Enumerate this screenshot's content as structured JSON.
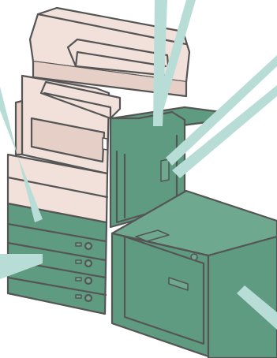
{
  "diagram": {
    "subject": "multifunction-printer-with-optional-units",
    "colors": {
      "outline": "#555555",
      "body": "#f2e1da",
      "body_shadow": "#e6cfc6",
      "optional_unit": "#5e9b81",
      "optional_unit_light": "#6ea98f",
      "callout": "#b7ddd6",
      "background": "#ffffff"
    },
    "callouts": [
      {
        "name": "callout-inner-finisher"
      },
      {
        "name": "callout-finisher-front"
      },
      {
        "name": "callout-cassette-upper"
      },
      {
        "name": "callout-cassette-lower"
      },
      {
        "name": "callout-high-capacity-deck"
      }
    ],
    "parts": [
      {
        "name": "document-feeder"
      },
      {
        "name": "main-body"
      },
      {
        "name": "control-panel"
      },
      {
        "name": "inner-finisher"
      },
      {
        "name": "finisher-front-door"
      },
      {
        "name": "paper-drawer-1"
      },
      {
        "name": "paper-drawer-2"
      },
      {
        "name": "cassette-feeding-unit"
      },
      {
        "name": "high-capacity-deck"
      }
    ]
  }
}
